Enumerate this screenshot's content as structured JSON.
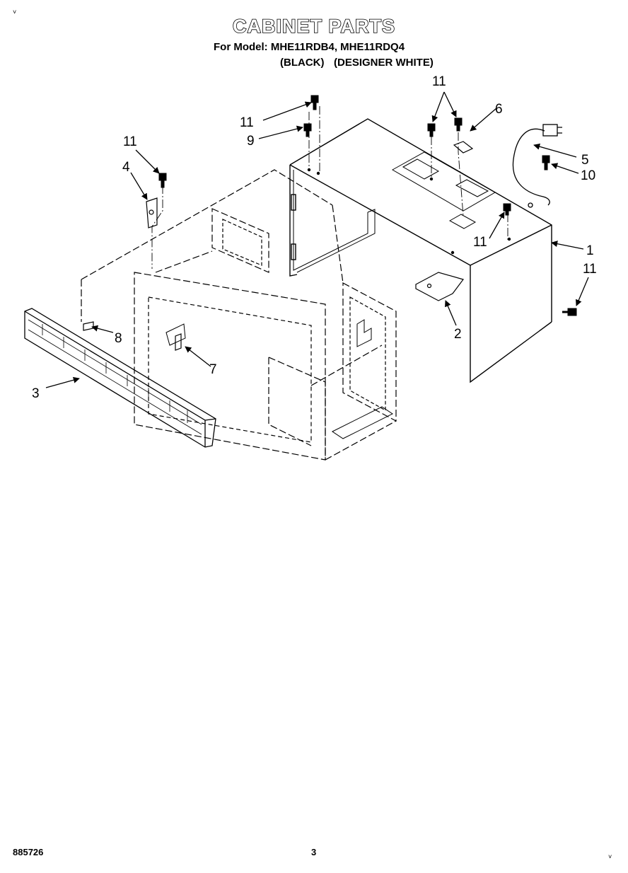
{
  "header": {
    "title": "CABINET PARTS",
    "model_line": "For Model: MHE11RDB4, MHE11RDQ4",
    "variant_black": "(BLACK)",
    "variant_white": "(DESIGNER WHITE)"
  },
  "callouts": {
    "c1": "1",
    "c2": "2",
    "c3": "3",
    "c4": "4",
    "c5": "5",
    "c6": "6",
    "c7": "7",
    "c8": "8",
    "c9": "9",
    "c10": "10",
    "c11a": "11",
    "c11b": "11",
    "c11c": "11",
    "c11d": "11",
    "c11e": "11"
  },
  "footer": {
    "doc_number": "885726",
    "page_number": "3"
  }
}
